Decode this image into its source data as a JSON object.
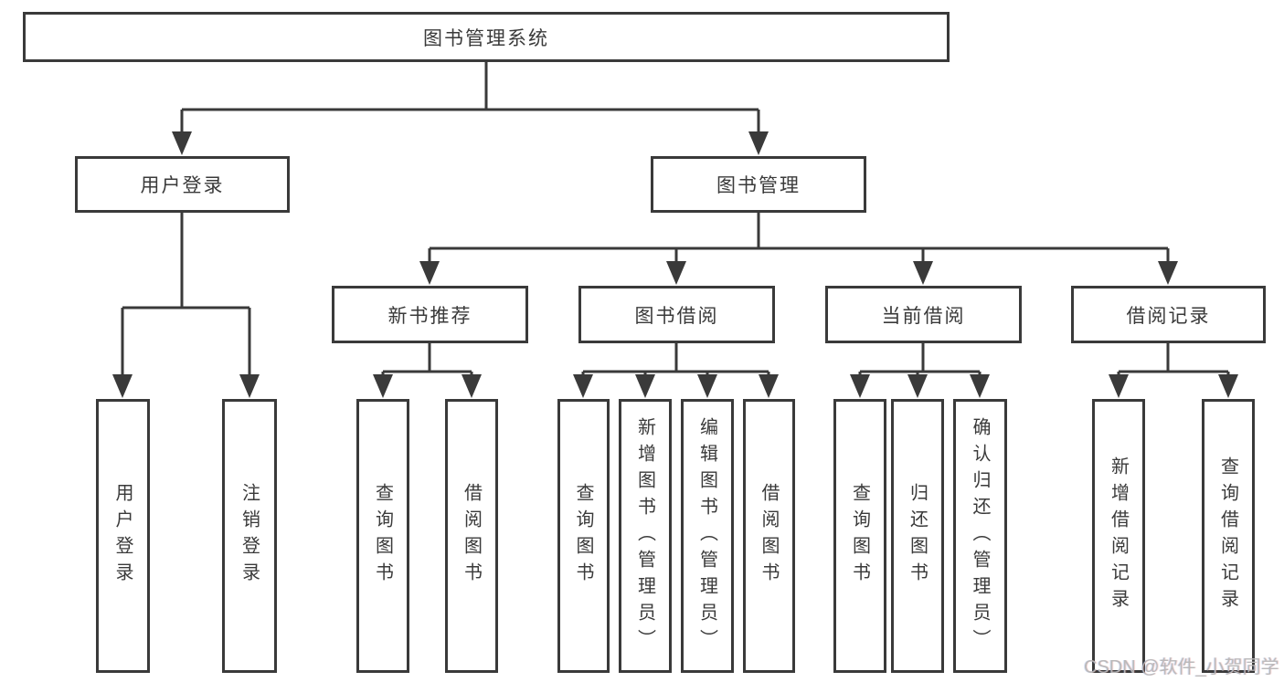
{
  "diagram": {
    "root": {
      "label": "图书管理系统"
    },
    "level2": [
      {
        "label": "用户登录"
      },
      {
        "label": "图书管理"
      }
    ],
    "level3": [
      {
        "label": "新书推荐"
      },
      {
        "label": "图书借阅"
      },
      {
        "label": "当前借阅"
      },
      {
        "label": "借阅记录"
      }
    ],
    "leaves": [
      {
        "label": "用户登录"
      },
      {
        "label": "注销登录"
      },
      {
        "label": "查询图书"
      },
      {
        "label": "借阅图书"
      },
      {
        "label": "查询图书"
      },
      {
        "label": "新增图书（管理员）"
      },
      {
        "label": "编辑图书（管理员）"
      },
      {
        "label": "借阅图书"
      },
      {
        "label": "查询图书"
      },
      {
        "label": "归还图书"
      },
      {
        "label": "确认归还（管理员）"
      },
      {
        "label": "新增借阅记录"
      },
      {
        "label": "查询借阅记录"
      }
    ],
    "watermark": "CSDN @软件_小贺同学",
    "colors": {
      "line": "#3a3a3a",
      "text": "#3a3a3a",
      "background": "#ffffff",
      "watermark": "#b7b7b7"
    }
  }
}
